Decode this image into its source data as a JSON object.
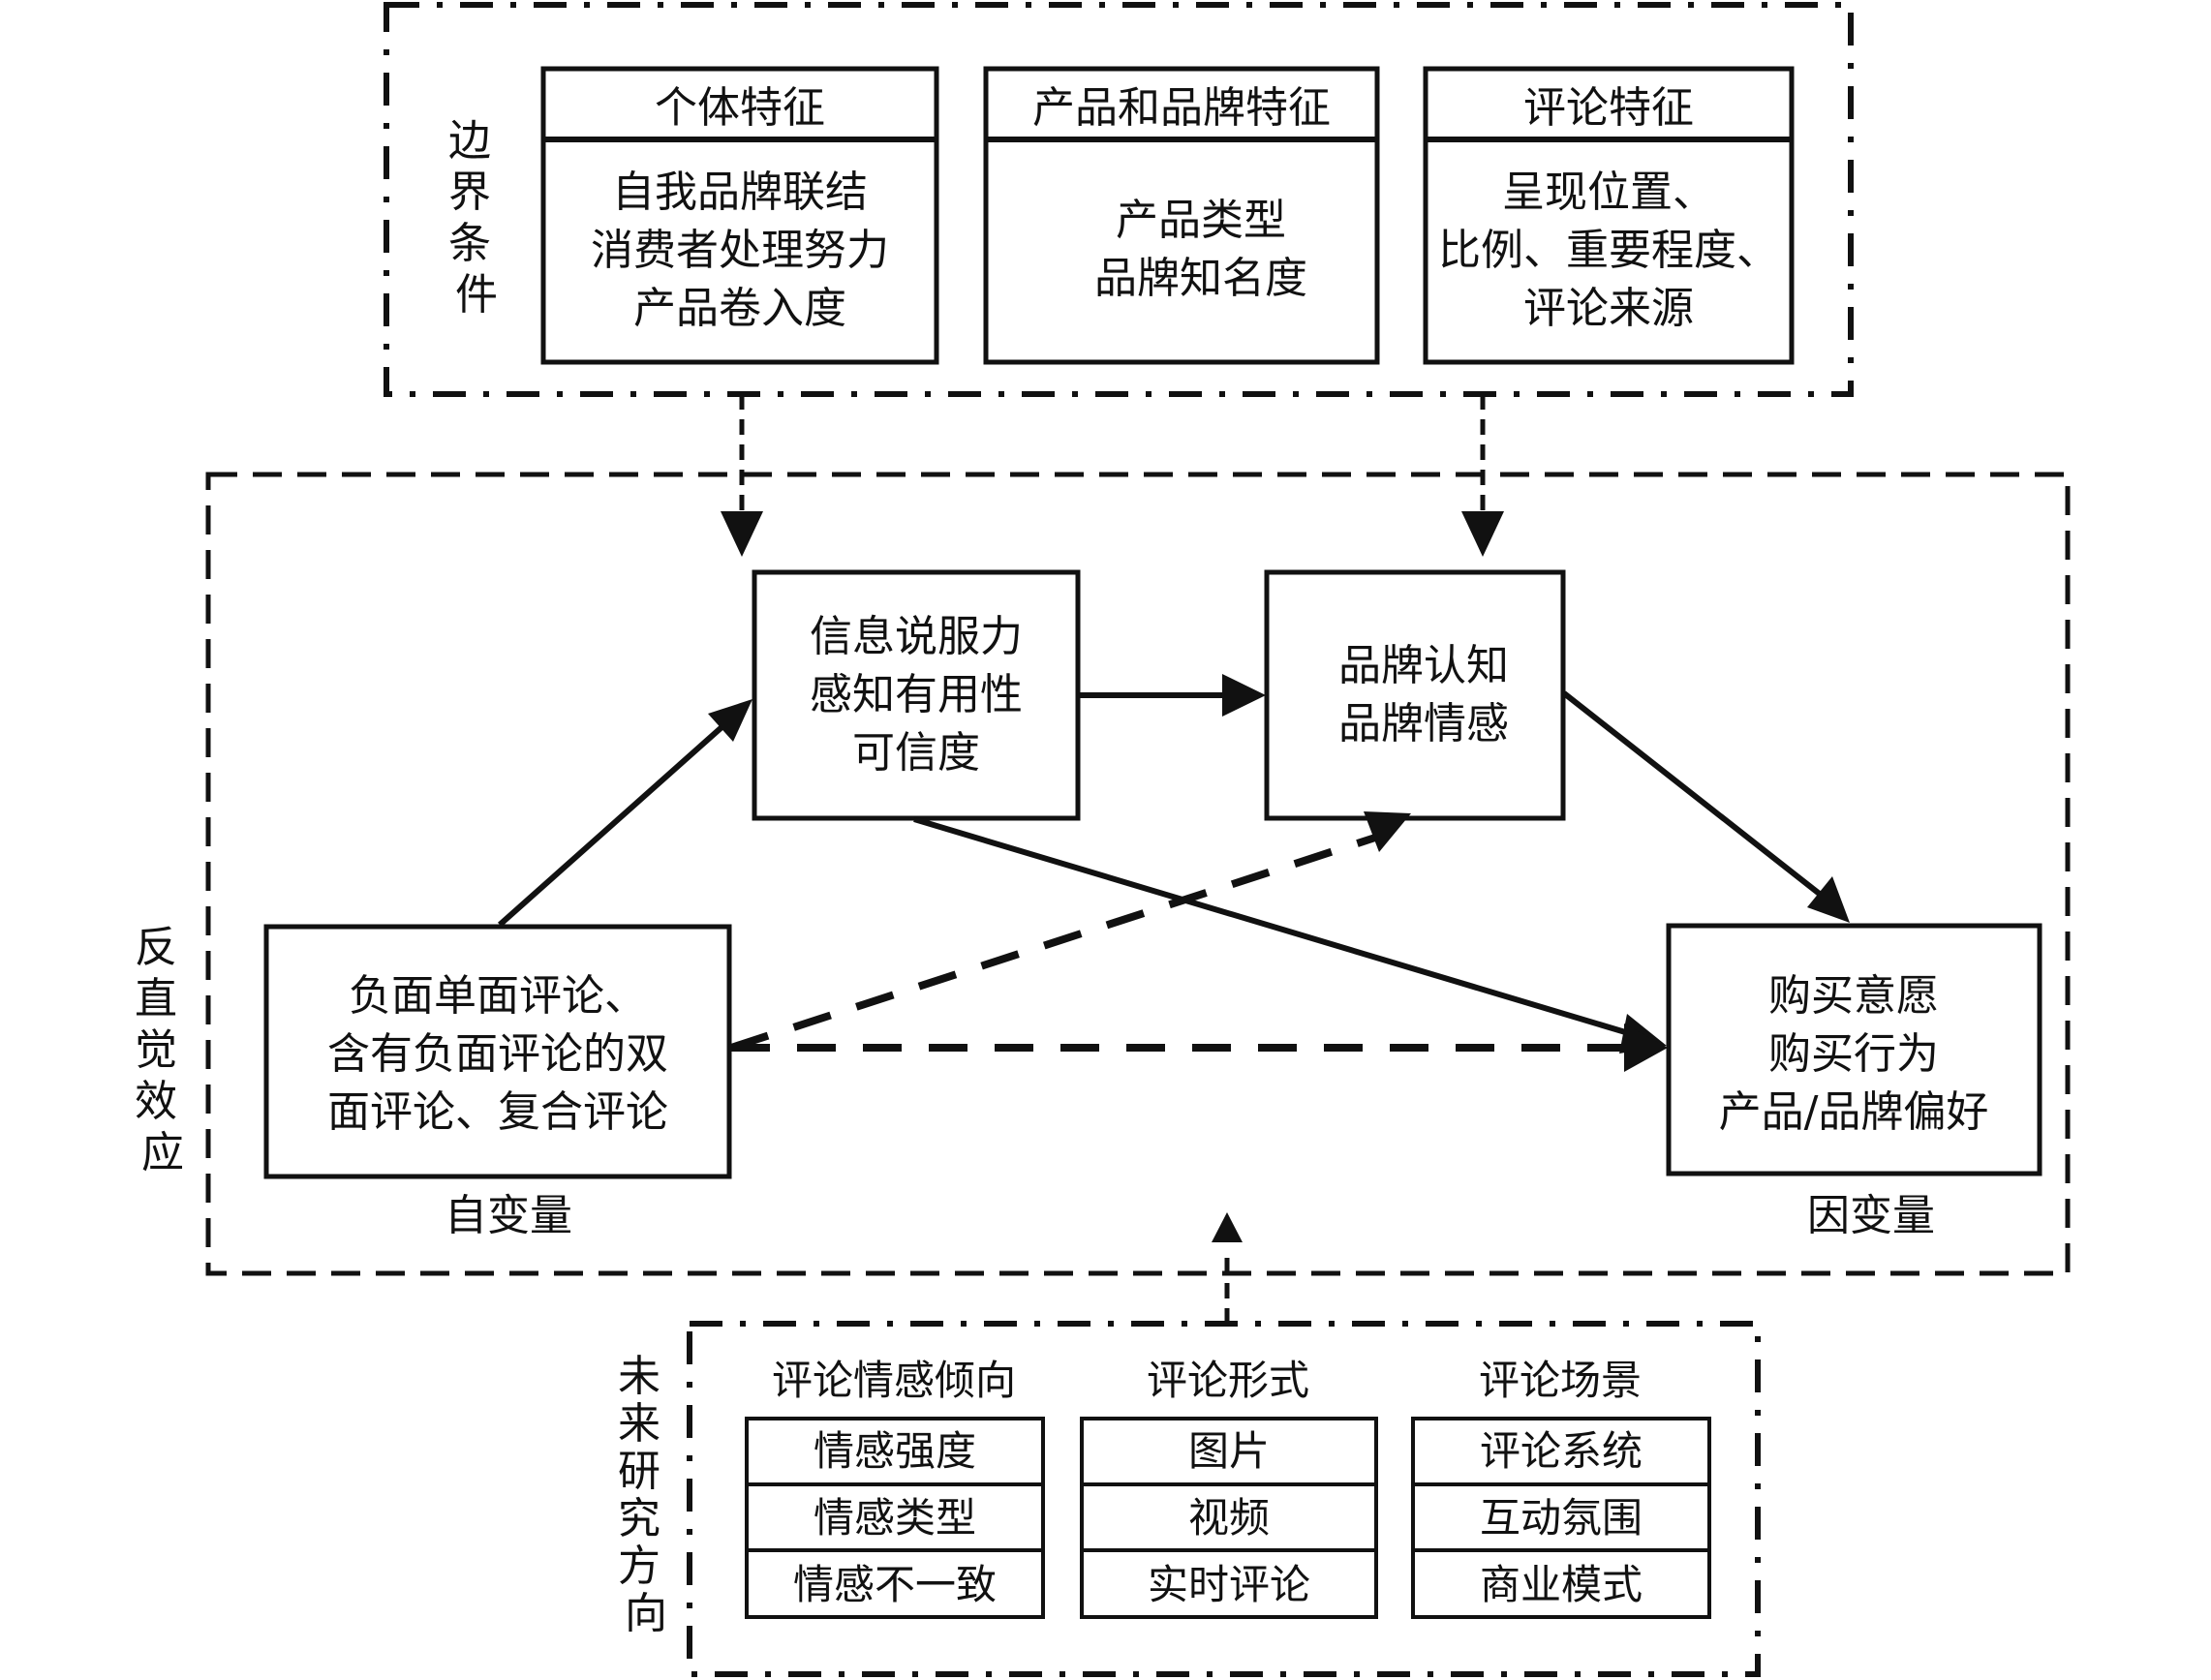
{
  "boundary_conditions": {
    "label": "边界条件",
    "groups": [
      {
        "title": "个体特征",
        "lines": [
          "自我品牌联结",
          "消费者处理努力",
          "产品卷入度"
        ]
      },
      {
        "title": "产品和品牌特征",
        "lines": [
          "产品类型",
          "品牌知名度"
        ]
      },
      {
        "title": "评论特征",
        "lines": [
          "呈现位置、",
          "比例、重要程度、",
          "评论来源"
        ]
      }
    ]
  },
  "counterintuitive_effect": {
    "label": "反直觉效应",
    "independent": {
      "lines": [
        "负面单面评论、",
        "含有负面评论的双",
        "面评论、复合评论"
      ],
      "caption": "自变量"
    },
    "mediator_1": {
      "lines": [
        "信息说服力",
        "感知有用性",
        "可信度"
      ]
    },
    "mediator_2": {
      "lines": [
        "品牌认知",
        "品牌情感"
      ]
    },
    "dependent": {
      "lines": [
        "购买意愿",
        "购买行为",
        "产品/品牌偏好"
      ],
      "caption": "因变量"
    }
  },
  "future_research": {
    "label": "未来研究方向",
    "groups": [
      {
        "title": "评论情感倾向",
        "items": [
          "情感强度",
          "情感类型",
          "情感不一致"
        ]
      },
      {
        "title": "评论形式",
        "items": [
          "图片",
          "视频",
          "实时评论"
        ]
      },
      {
        "title": "评论场景",
        "items": [
          "评论系统",
          "互动氛围",
          "商业模式"
        ]
      }
    ]
  }
}
